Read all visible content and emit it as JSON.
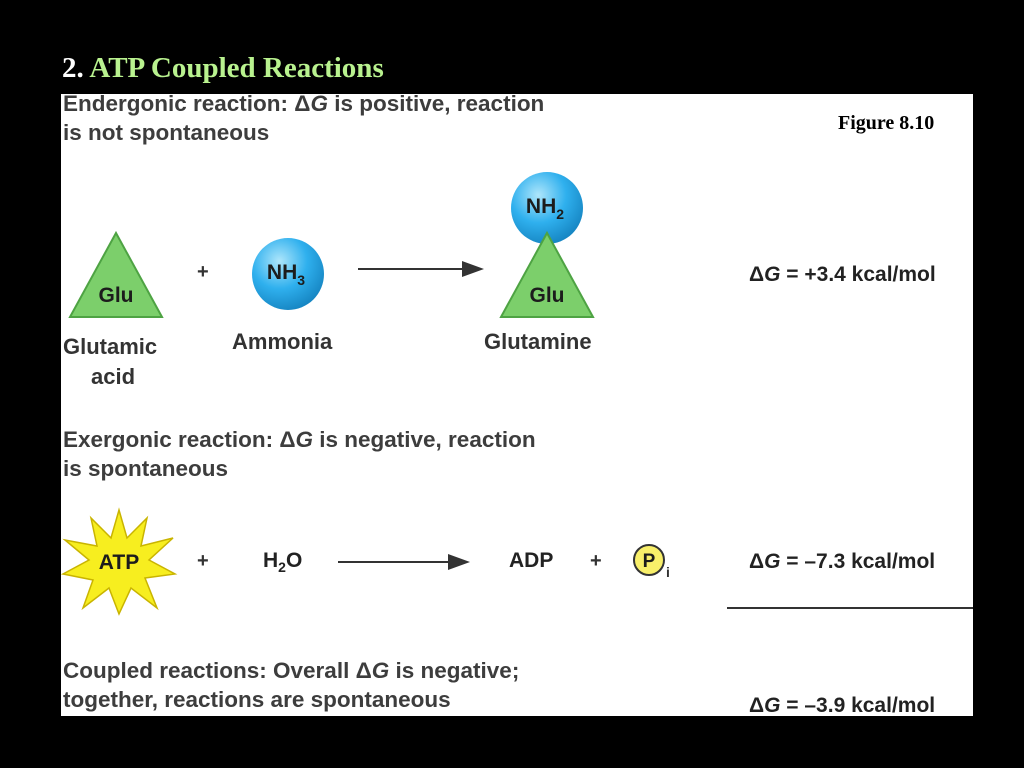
{
  "slide": {
    "number": "2.",
    "title": "ATP Coupled Reactions"
  },
  "figure_label": "Figure 8.10",
  "endergonic": {
    "heading_prefix": "Endergonic reaction: ",
    "delta": "Δ",
    "g": "G",
    "heading_rest": " is positive, reaction",
    "heading_line2": "is not spontaneous",
    "reactant1": {
      "shape_label": "Glu",
      "name_line1": "Glutamic",
      "name_line2": "acid"
    },
    "plus": "+",
    "reactant2": {
      "shape_label": "NH",
      "shape_sub": "3",
      "name": "Ammonia"
    },
    "product": {
      "top_label": "NH",
      "top_sub": "2",
      "shape_label": "Glu",
      "name": "Glutamine"
    },
    "delta_g": {
      "delta": "Δ",
      "g": "G",
      "rest": " = +3.4 kcal/mol"
    }
  },
  "exergonic": {
    "heading_prefix": "Exergonic reaction: ",
    "delta": "Δ",
    "g": "G",
    "heading_rest": " is negative, reaction",
    "heading_line2": "is spontaneous",
    "reactant1": "ATP",
    "plus1": "+",
    "reactant2": {
      "main": "H",
      "sub": "2",
      "end": "O"
    },
    "product1": "ADP",
    "plus2": "+",
    "product2": {
      "circle_label": "P",
      "sub": "i"
    },
    "delta_g": {
      "delta": "Δ",
      "g": "G",
      "rest": " = –7.3 kcal/mol"
    }
  },
  "coupled": {
    "heading_prefix": "Coupled reactions:  Overall ",
    "delta": "Δ",
    "g": "G",
    "heading_rest": " is negative;",
    "heading_line2": "together, reactions are spontaneous",
    "delta_g": {
      "delta": "Δ",
      "g": "G",
      "rest": " = –3.9 kcal/mol"
    }
  },
  "colors": {
    "background": "#000000",
    "title_number": "#ffffff",
    "title_text": "#b9f28f",
    "glu_triangle": "#7ccf6b",
    "ammonia_sphere": "#2fb0ee",
    "atp_star": "#f7ee1f",
    "phosphate_circle": "#f8ef6a"
  },
  "icons": [
    "glutamic-acid-triangle",
    "ammonia-sphere",
    "amine-group-sphere",
    "atp-starburst",
    "phosphate-circle",
    "reaction-arrow"
  ]
}
